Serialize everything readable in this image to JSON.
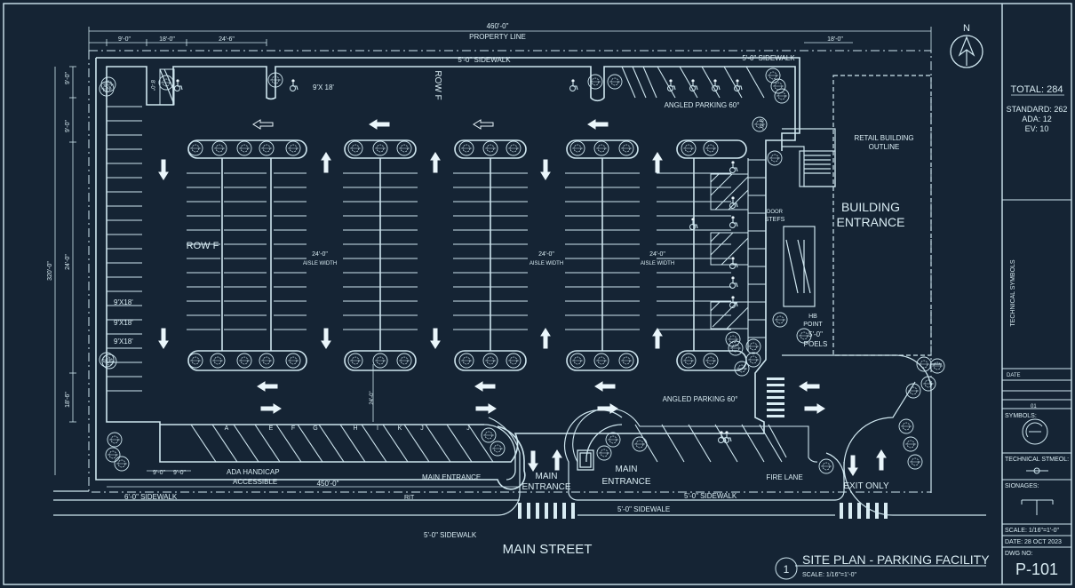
{
  "drawing": {
    "dimensions": {
      "overall_width": "460'-0\"",
      "property_line": "PROPERTY LINE",
      "left_9": "9'-0\"",
      "left_18": "18'-0\"",
      "left_24_6": "24'-6\"",
      "right_18": "18'-0\"",
      "height_320": "320'-0\"",
      "v_9a": "9'-0\"",
      "v_9b": "9'-0\"",
      "v_24": "24'-0\"",
      "v_18_6": "18'-6\"",
      "bottom_450": "450'-0\"",
      "bottom_9a": "9'-0\"",
      "bottom_9b": "9'-0\"",
      "top_ramp": "8'-0\"",
      "ramp_right": "8'-0\"",
      "small_24": "24'-0\"",
      "stall_9x18_top": "9'X 18'",
      "stall_9x18_1": "9'X18'",
      "stall_9x18_2": "9'X18'",
      "stall_9x18_3": "9'X18'"
    },
    "aisles": [
      {
        "width": "24'-0\"",
        "label": "AISLE WIDTH"
      },
      {
        "width": "24'-0\"",
        "label": "AISLE WIDTH"
      },
      {
        "width": "24'-0\"",
        "label": "AISLE WIDTH"
      }
    ],
    "labels": {
      "sidewalk_top": "5'-0\" SIDEWALK",
      "sidewalk_top_right": "5'-0\" SIDEWALK",
      "row_f_top": "ROW F",
      "row_f_left": "ROW F",
      "angled_top": "ANGLED PARKING 60°",
      "angled_bottom": "ANGLED PARKING 60°",
      "retail_1": "RETAIL BUILDING",
      "retail_2": "OUTLINE",
      "building_1": "BUILDING",
      "building_2": "ENTRANCE",
      "steps_1": "DOOR",
      "steps_2": "STEFS",
      "point_1": "HB",
      "point_2": "POINT",
      "poles_1": "5'-0\"",
      "poles_2": "POELS",
      "ada_1": "ADA HANDICAP",
      "ada_2": "ACCESSIBLE",
      "main_entrance_small": "MAIN ENTRANCE",
      "main_entrance_1a": "MAIN",
      "main_entrance_1b": "ENTRANCE",
      "main_entrance_2a": "MAIN",
      "main_entrance_2b": "ENTRANCE",
      "fire_lane": "FIRE LANE",
      "exit_only": "EXIT ONLY",
      "rit": "RIT",
      "sidewalk_bl": "6'-0\" SIDEWALK",
      "sidewalk_bc": "5'-0\" SIDEWALE",
      "sidewalk_bc2": "5'-0\" SIDEWALK",
      "sidewalk_bottom": "5'-0\" SIDEWALK",
      "main_street": "MAIN STREET",
      "north": "N"
    },
    "stall_letters": [
      "A",
      "E",
      "F",
      "G",
      "H",
      "I",
      "K",
      "J"
    ],
    "title_block": {
      "circle_num": "1",
      "title": "SITE PLAN - PARKING FACILITY",
      "scale": "SCALE: 1/16\"=1'-0\""
    }
  },
  "side_panel": {
    "total": "TOTAL: 284",
    "standard": "STANDARD: 262",
    "ada": "ADA: 12",
    "ev": "EV: 10",
    "tech_symbols": "TECHNICAL SYMBOLS",
    "date_label": "DATE",
    "date_line": "01",
    "symbols": "SYMBOLS:",
    "tech_stmeol": "TECHNICAL STMEOL:",
    "signages": "SIONAGES:",
    "scale": "SCALE:  1/16\"=1'-0\"",
    "date": "DATE:  28 OCT 2023",
    "dwg_no_label": "DWG NO:",
    "dwg_no": "P-101"
  }
}
